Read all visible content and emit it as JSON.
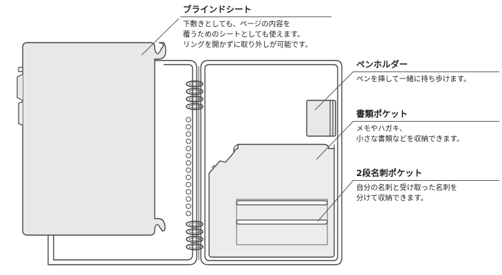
{
  "callouts": {
    "blind_sheet": {
      "title": "ブラインドシート",
      "lines": [
        "下敷きとしても、ページの内容を",
        "覆うためのシートとしても使えます。",
        "リングを開かずに取り外しが可能です。"
      ]
    },
    "pen_holder": {
      "title": "ペンホルダー",
      "lines": [
        "ペンを挿して一緒に持ち歩けます。"
      ]
    },
    "document_pocket": {
      "title": "書類ポケット",
      "lines": [
        "メモやハガキ、",
        "小さな書類などを収納できます。"
      ]
    },
    "card_pocket": {
      "title": "2段名刺ポケット",
      "lines": [
        "自分の名刺と受け取った名刺を",
        "分けて収納できます。"
      ]
    }
  },
  "colors": {
    "outline": "#444444",
    "gray_fill": "#e8e8e8",
    "pocket_fill": "#ececec",
    "leader": "#555555"
  }
}
